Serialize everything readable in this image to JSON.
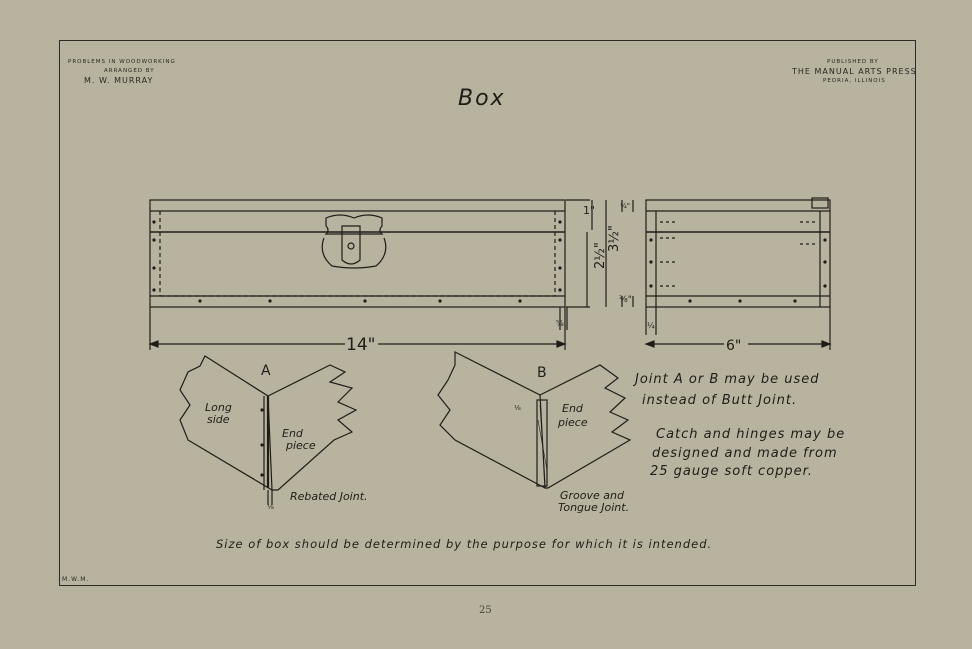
{
  "header": {
    "left_line1": "PROBLEMS IN WOODWORKING",
    "left_line2": "ARRANGED BY",
    "left_line3": "M. W. MURRAY",
    "right_line1": "PUBLISHED BY",
    "right_line2": "THE MANUAL ARTS PRESS",
    "right_line3": "PEORIA, ILLINOIS"
  },
  "title": "Box",
  "dimensions": {
    "length": "14\"",
    "width": "6\"",
    "lid": "1\"",
    "body": "2½\"",
    "total": "3½\"",
    "top_thick": "¼\"",
    "bottom": "⅜\"",
    "bottom_thick": "⅝",
    "side_thick": "¼",
    "rear_side": "⅛",
    "joint_a_dim": "⅛"
  },
  "joints": {
    "a_letter": "A",
    "b_letter": "B",
    "long_side": [
      "Long",
      "side"
    ],
    "end_piece_a": [
      "End",
      "piece"
    ],
    "end_piece_b": [
      "End",
      "piece"
    ],
    "rebated": "Rebated Joint.",
    "groove": [
      "Groove and",
      "Tongue Joint."
    ]
  },
  "notes": {
    "joint_note": [
      "Joint A or B may be used",
      "instead of Butt Joint."
    ],
    "catch_note": [
      "Catch and hinges may be",
      "designed and made from",
      "25 gauge soft copper."
    ],
    "size_note": "Size of box should be determined by the purpose for which it is intended."
  },
  "footer": {
    "initials": "M.W.M.",
    "page_number": "25"
  }
}
